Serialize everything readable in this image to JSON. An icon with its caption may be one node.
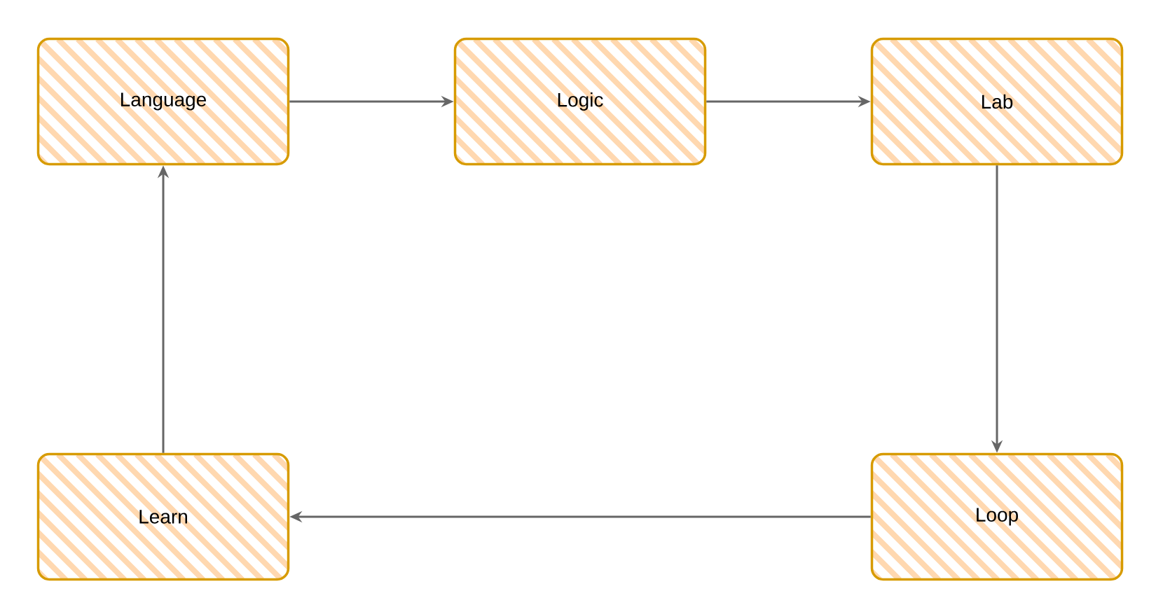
{
  "diagram": {
    "nodes": [
      {
        "text": [
          "Language"
        ]
      },
      {
        "text": [
          "Logic"
        ]
      },
      {
        "text": [
          "Lab"
        ]
      },
      {
        "text": [
          "Learn"
        ]
      },
      {
        "text": [
          "Loop"
        ]
      }
    ],
    "edges": [
      {
        "from": 0,
        "to": 1,
        "arrow": "to"
      },
      {
        "from": 1,
        "to": 2,
        "arrow": "to"
      },
      {
        "from": 2,
        "to": 4,
        "arrow": "to"
      },
      {
        "from": 4,
        "to": 3,
        "arrow": "to"
      },
      {
        "from": 3,
        "to": 0,
        "arrow": "to"
      }
    ]
  }
}
